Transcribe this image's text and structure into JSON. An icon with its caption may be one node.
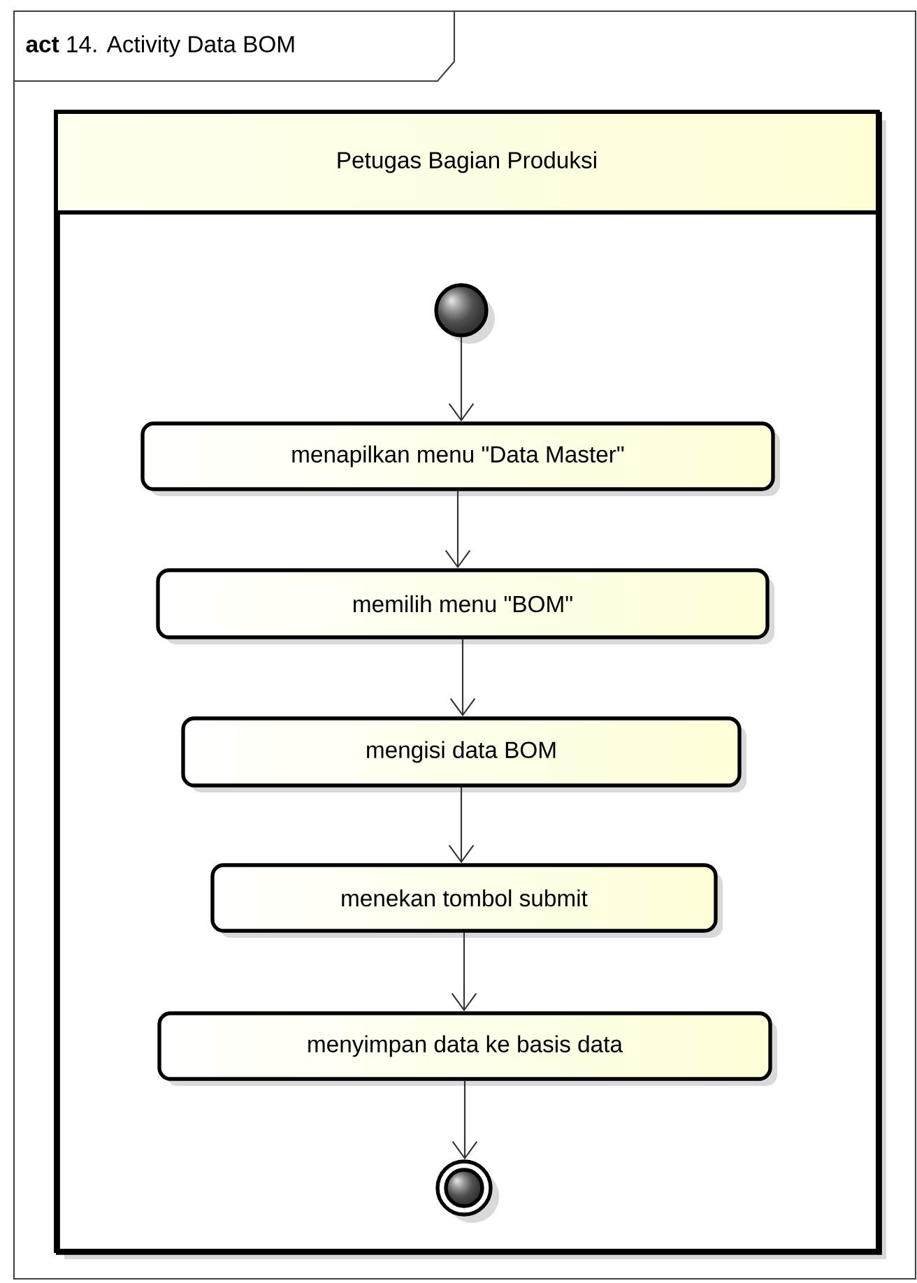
{
  "diagram": {
    "title": "**act** 14. Activity Data BOM",
    "nodes": [
      {
        "text": [
          "Petugas Bagian Produksi"
        ]
      },
      {
        "text": [],
        "shape": "circle",
        "in": 0
      },
      {
        "text": [
          "menapilkan menu \"Data Master\""
        ],
        "in": 0
      },
      {
        "text": [
          "memilih menu \"BOM\""
        ],
        "in": 0
      },
      {
        "text": [
          "mengisi data BOM"
        ],
        "in": 0
      },
      {
        "text": [
          "menekan tombol submit"
        ],
        "in": 0
      },
      {
        "text": [
          "menyimpan data ke basis data"
        ],
        "in": 0
      },
      {
        "text": [],
        "shape": "circle",
        "in": 0
      }
    ],
    "edges": [
      {
        "from": 1,
        "to": 2,
        "arrow": "to"
      },
      {
        "from": 2,
        "to": 3,
        "arrow": "to"
      },
      {
        "from": 3,
        "to": 4,
        "arrow": "to"
      },
      {
        "from": 4,
        "to": 5,
        "arrow": "to"
      },
      {
        "from": 5,
        "to": 6,
        "arrow": "to"
      },
      {
        "from": 6,
        "to": 7,
        "arrow": "to"
      }
    ]
  }
}
